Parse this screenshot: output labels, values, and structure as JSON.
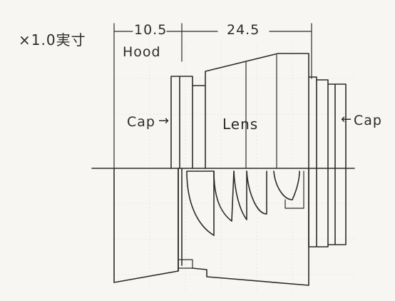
{
  "scale_label": "×1.0実寸",
  "dimensions": {
    "hood_length": "10.5",
    "lens_length": "24.5"
  },
  "labels": {
    "hood": "Hood",
    "front_cap": "Cap",
    "lens": "Lens",
    "rear_cap": "Cap"
  },
  "colors": {
    "ink": "#2b2b2b",
    "paper": "#f7f6f2",
    "grid": "#d9dcd6"
  }
}
